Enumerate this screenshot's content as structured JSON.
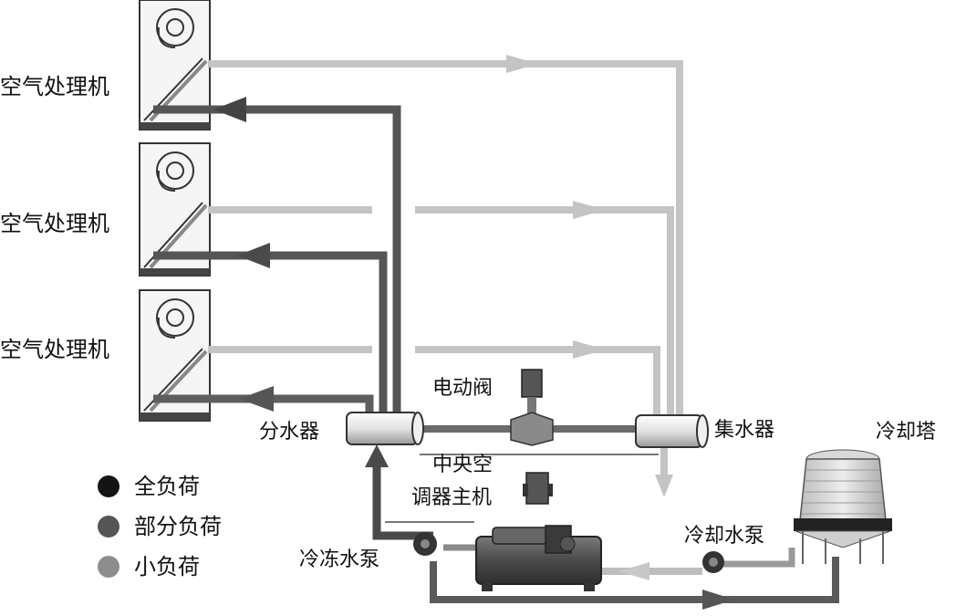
{
  "labels": {
    "ahu_1": "空气处理机",
    "ahu_2": "空气处理机",
    "ahu_3": "空气处理机",
    "supply_header": "分水器",
    "return_header": "集水器",
    "motorized_valve": "电动阀",
    "chiller_line1": "中央空",
    "chiller_line2": "调器主机",
    "chilled_water_pump": "冷冻水泵",
    "cooling_water_pump": "冷却水泵",
    "cooling_tower": "冷却塔"
  },
  "legend": [
    {
      "label": "全负荷",
      "color": "#141414"
    },
    {
      "label": "部分负荷",
      "color": "#555555"
    },
    {
      "label": "小负荷",
      "color": "#8d8d8d"
    }
  ],
  "colors": {
    "full_load": "#141414",
    "partial_load": "#555555",
    "small_load": "#8d8d8d",
    "return_flow": "#c4c4c4",
    "equipment": "#5a5a5a"
  }
}
